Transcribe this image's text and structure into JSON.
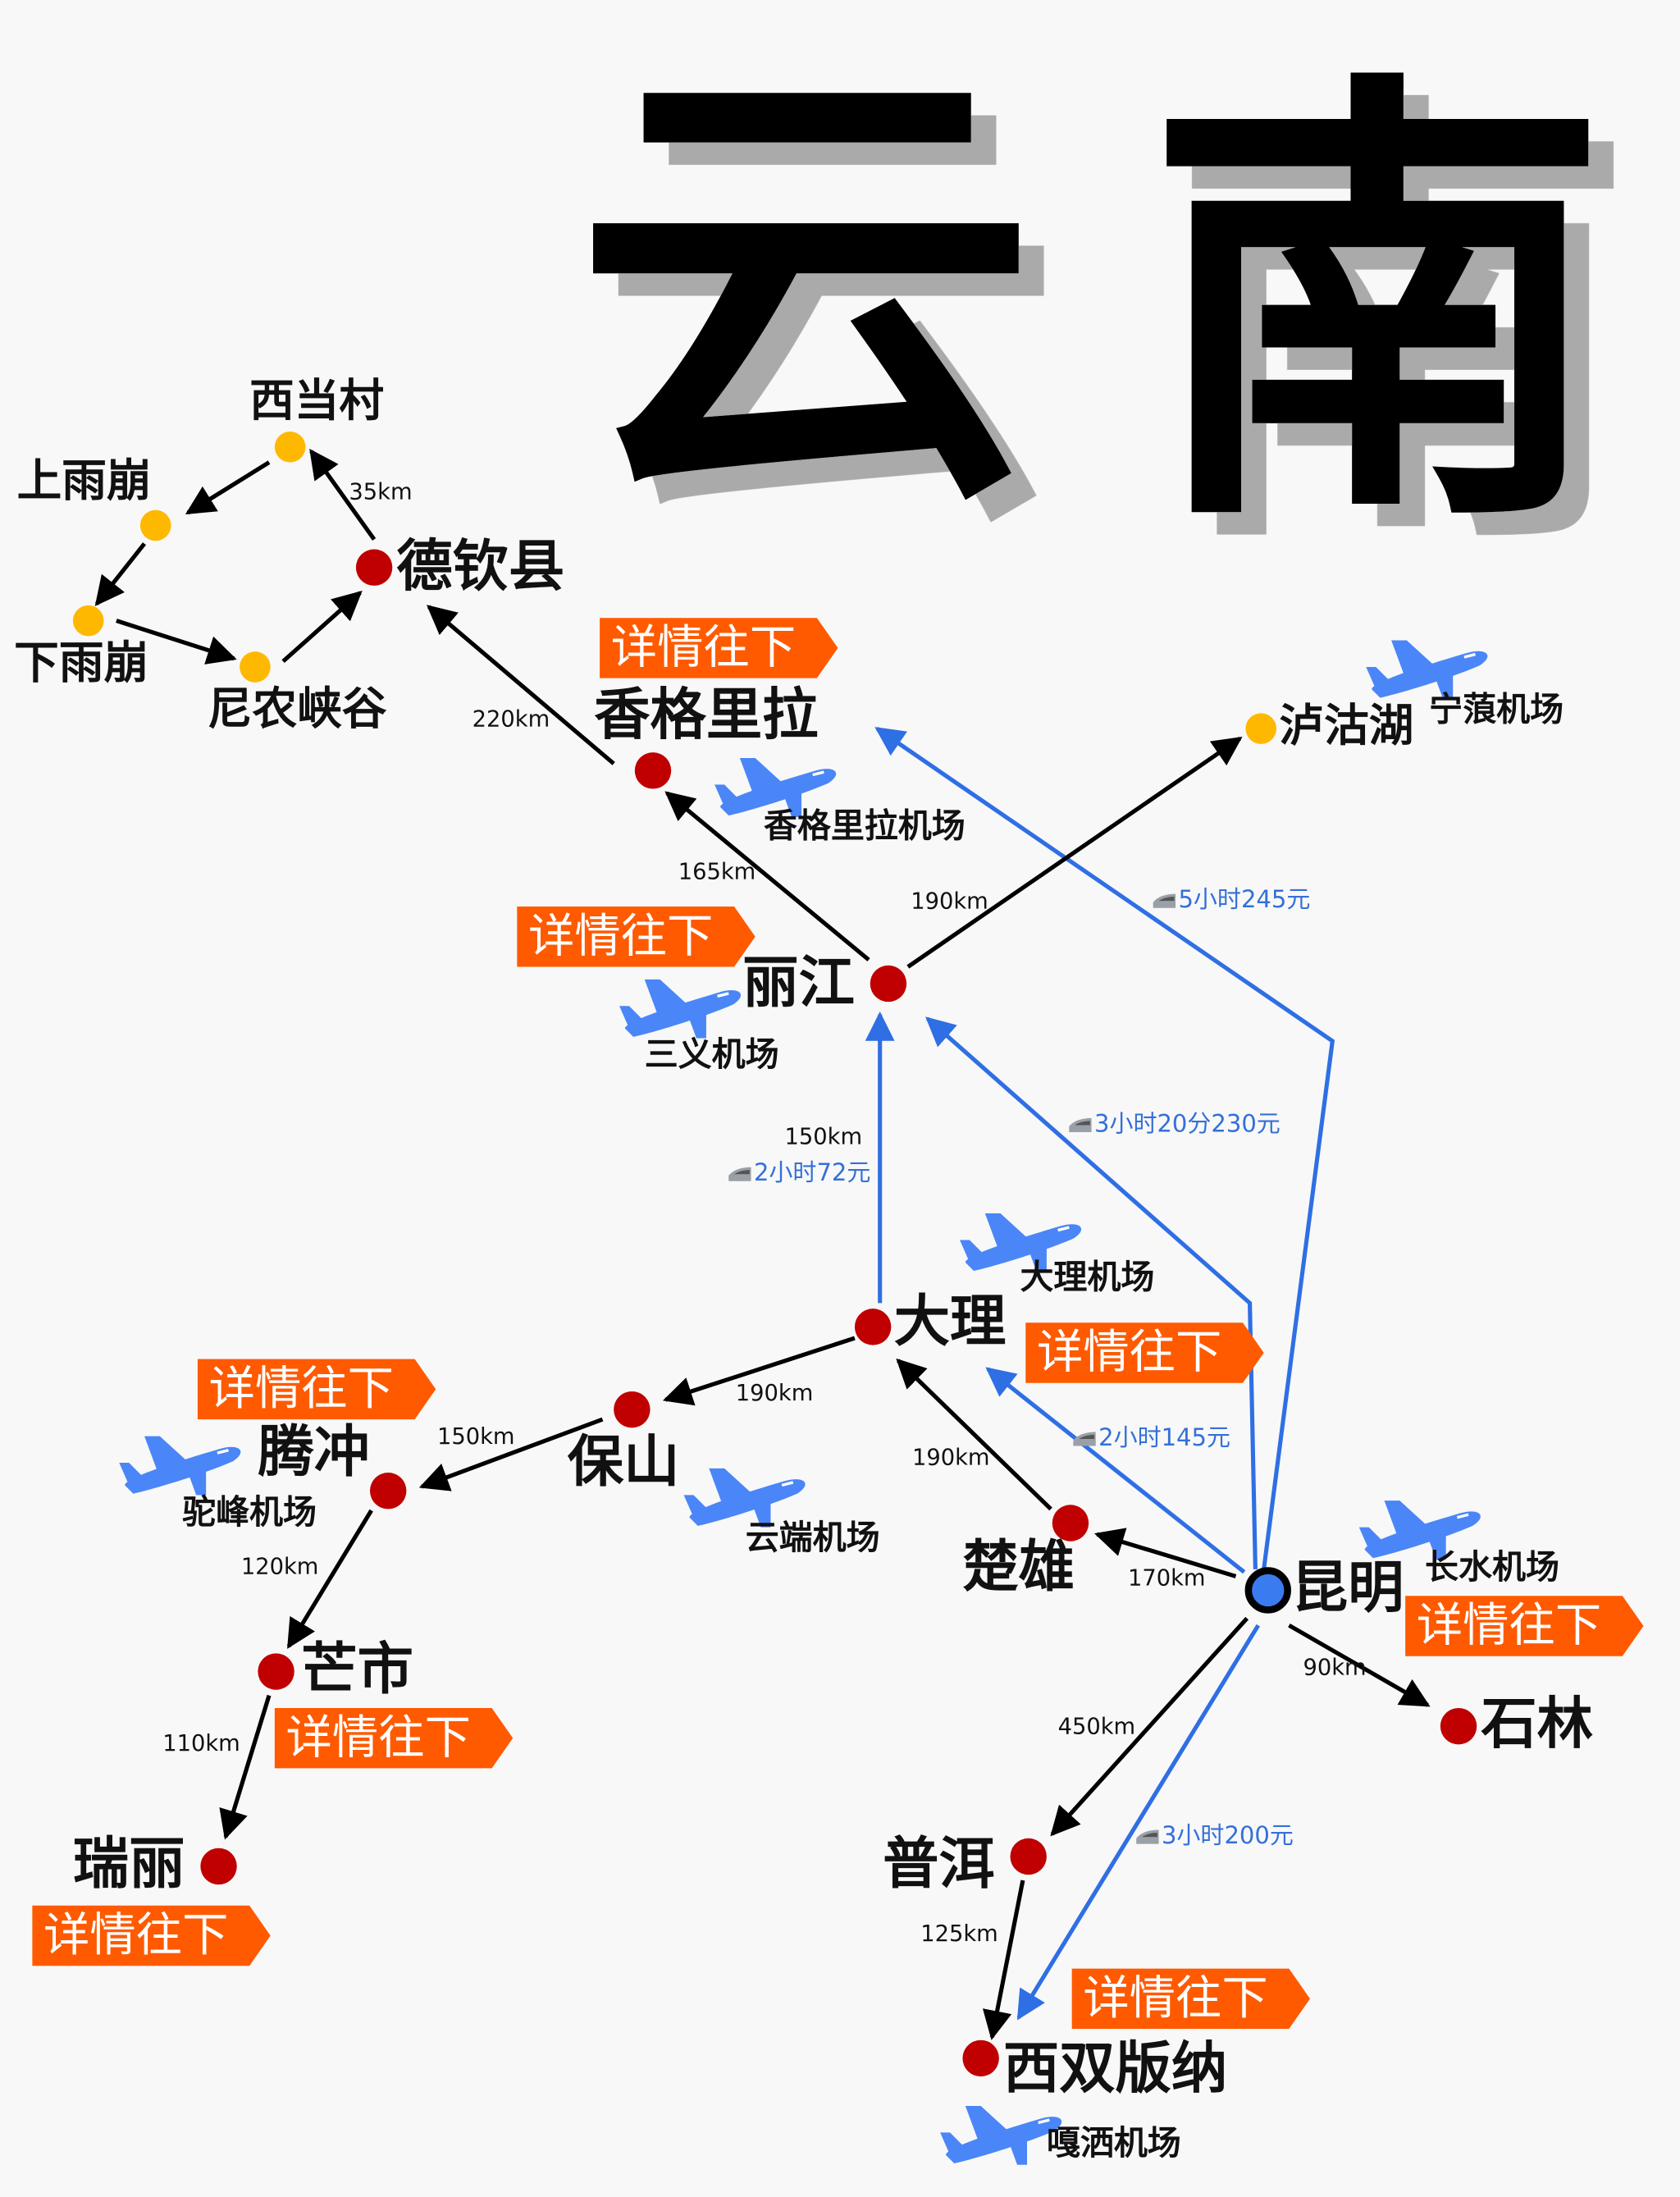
{
  "title": {
    "char1": "云",
    "char2": "南"
  },
  "badge_label": "详情往下",
  "cities": {
    "deqin": "德钦县",
    "xidangcun": "西当村",
    "shangyubeng": "上雨崩",
    "xiayubeng": "下雨崩",
    "ninong": "尼农峡谷",
    "shangrila": "香格里拉",
    "luguhu": "泸沽湖",
    "lijiang": "丽江",
    "dali": "大理",
    "baoshan": "保山",
    "tengchong": "腾冲",
    "mangshi": "芒市",
    "ruili": "瑞丽",
    "chuxiong": "楚雄",
    "kunming": "昆明",
    "shilin": "石林",
    "puer": "普洱",
    "xishuangbanna": "西双版纳"
  },
  "airports": {
    "shangrila": "香格里拉机场",
    "ninglang": "宁蒗机场",
    "sanyi": "三义机场",
    "dali": "大理机场",
    "yunduan": "云端机场",
    "tuofeng": "驼峰机场",
    "changshui": "长水机场",
    "gasa": "嘎洒机场"
  },
  "distances": {
    "deqin_xidang": "35km",
    "shangrila_deqin": "220km",
    "lijiang_shangrila": "165km",
    "lijiang_luguhu": "190km",
    "dali_lijiang": "150km",
    "dali_baoshan": "190km",
    "baoshan_tengchong": "150km",
    "tengchong_mangshi": "120km",
    "mangshi_ruili": "110km",
    "chuxiong_dali": "190km",
    "kunming_chuxiong": "170km",
    "kunming_shilin": "90km",
    "kunming_puer": "450km",
    "puer_xishuangbanna": "125km"
  },
  "rail": {
    "dali_lijiang": "2小时72元",
    "kunming_dali": "2小时145元",
    "kunming_lijiang": "3小时20分230元",
    "kunming_shangrila": "5小时245元",
    "kunming_xishuangbanna": "3小时200元"
  },
  "colors": {
    "city_dot": "#c00000",
    "spot_dot": "#ffb800",
    "hub_dot": "#3a7bf0",
    "rail_line": "#2f6fe4",
    "badge": "#ff5a00",
    "plane": "#4a86f7",
    "title_shadow": "#aaaaaa"
  }
}
